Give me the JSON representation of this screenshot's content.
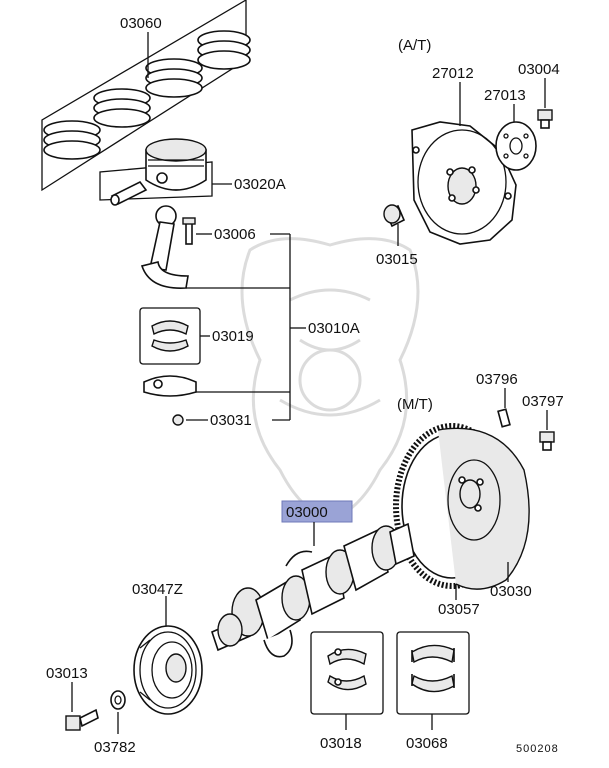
{
  "diagram_id": "500208",
  "group_labels": {
    "at": "(A/T)",
    "mt": "(M/T)"
  },
  "parts": {
    "p03060": "03060",
    "p03020A": "03020A",
    "p03006": "03006",
    "p03010A": "03010A",
    "p03019": "03019",
    "p03031": "03031",
    "p27012": "27012",
    "p03004": "03004",
    "p27013": "27013",
    "p03015": "03015",
    "p03796": "03796",
    "p03797": "03797",
    "p03000": "03000",
    "p03030": "03030",
    "p03057": "03057",
    "p03047Z": "03047Z",
    "p03013": "03013",
    "p03782": "03782",
    "p03018": "03018",
    "p03068": "03068"
  },
  "highlight_color": "#9aa3d6"
}
